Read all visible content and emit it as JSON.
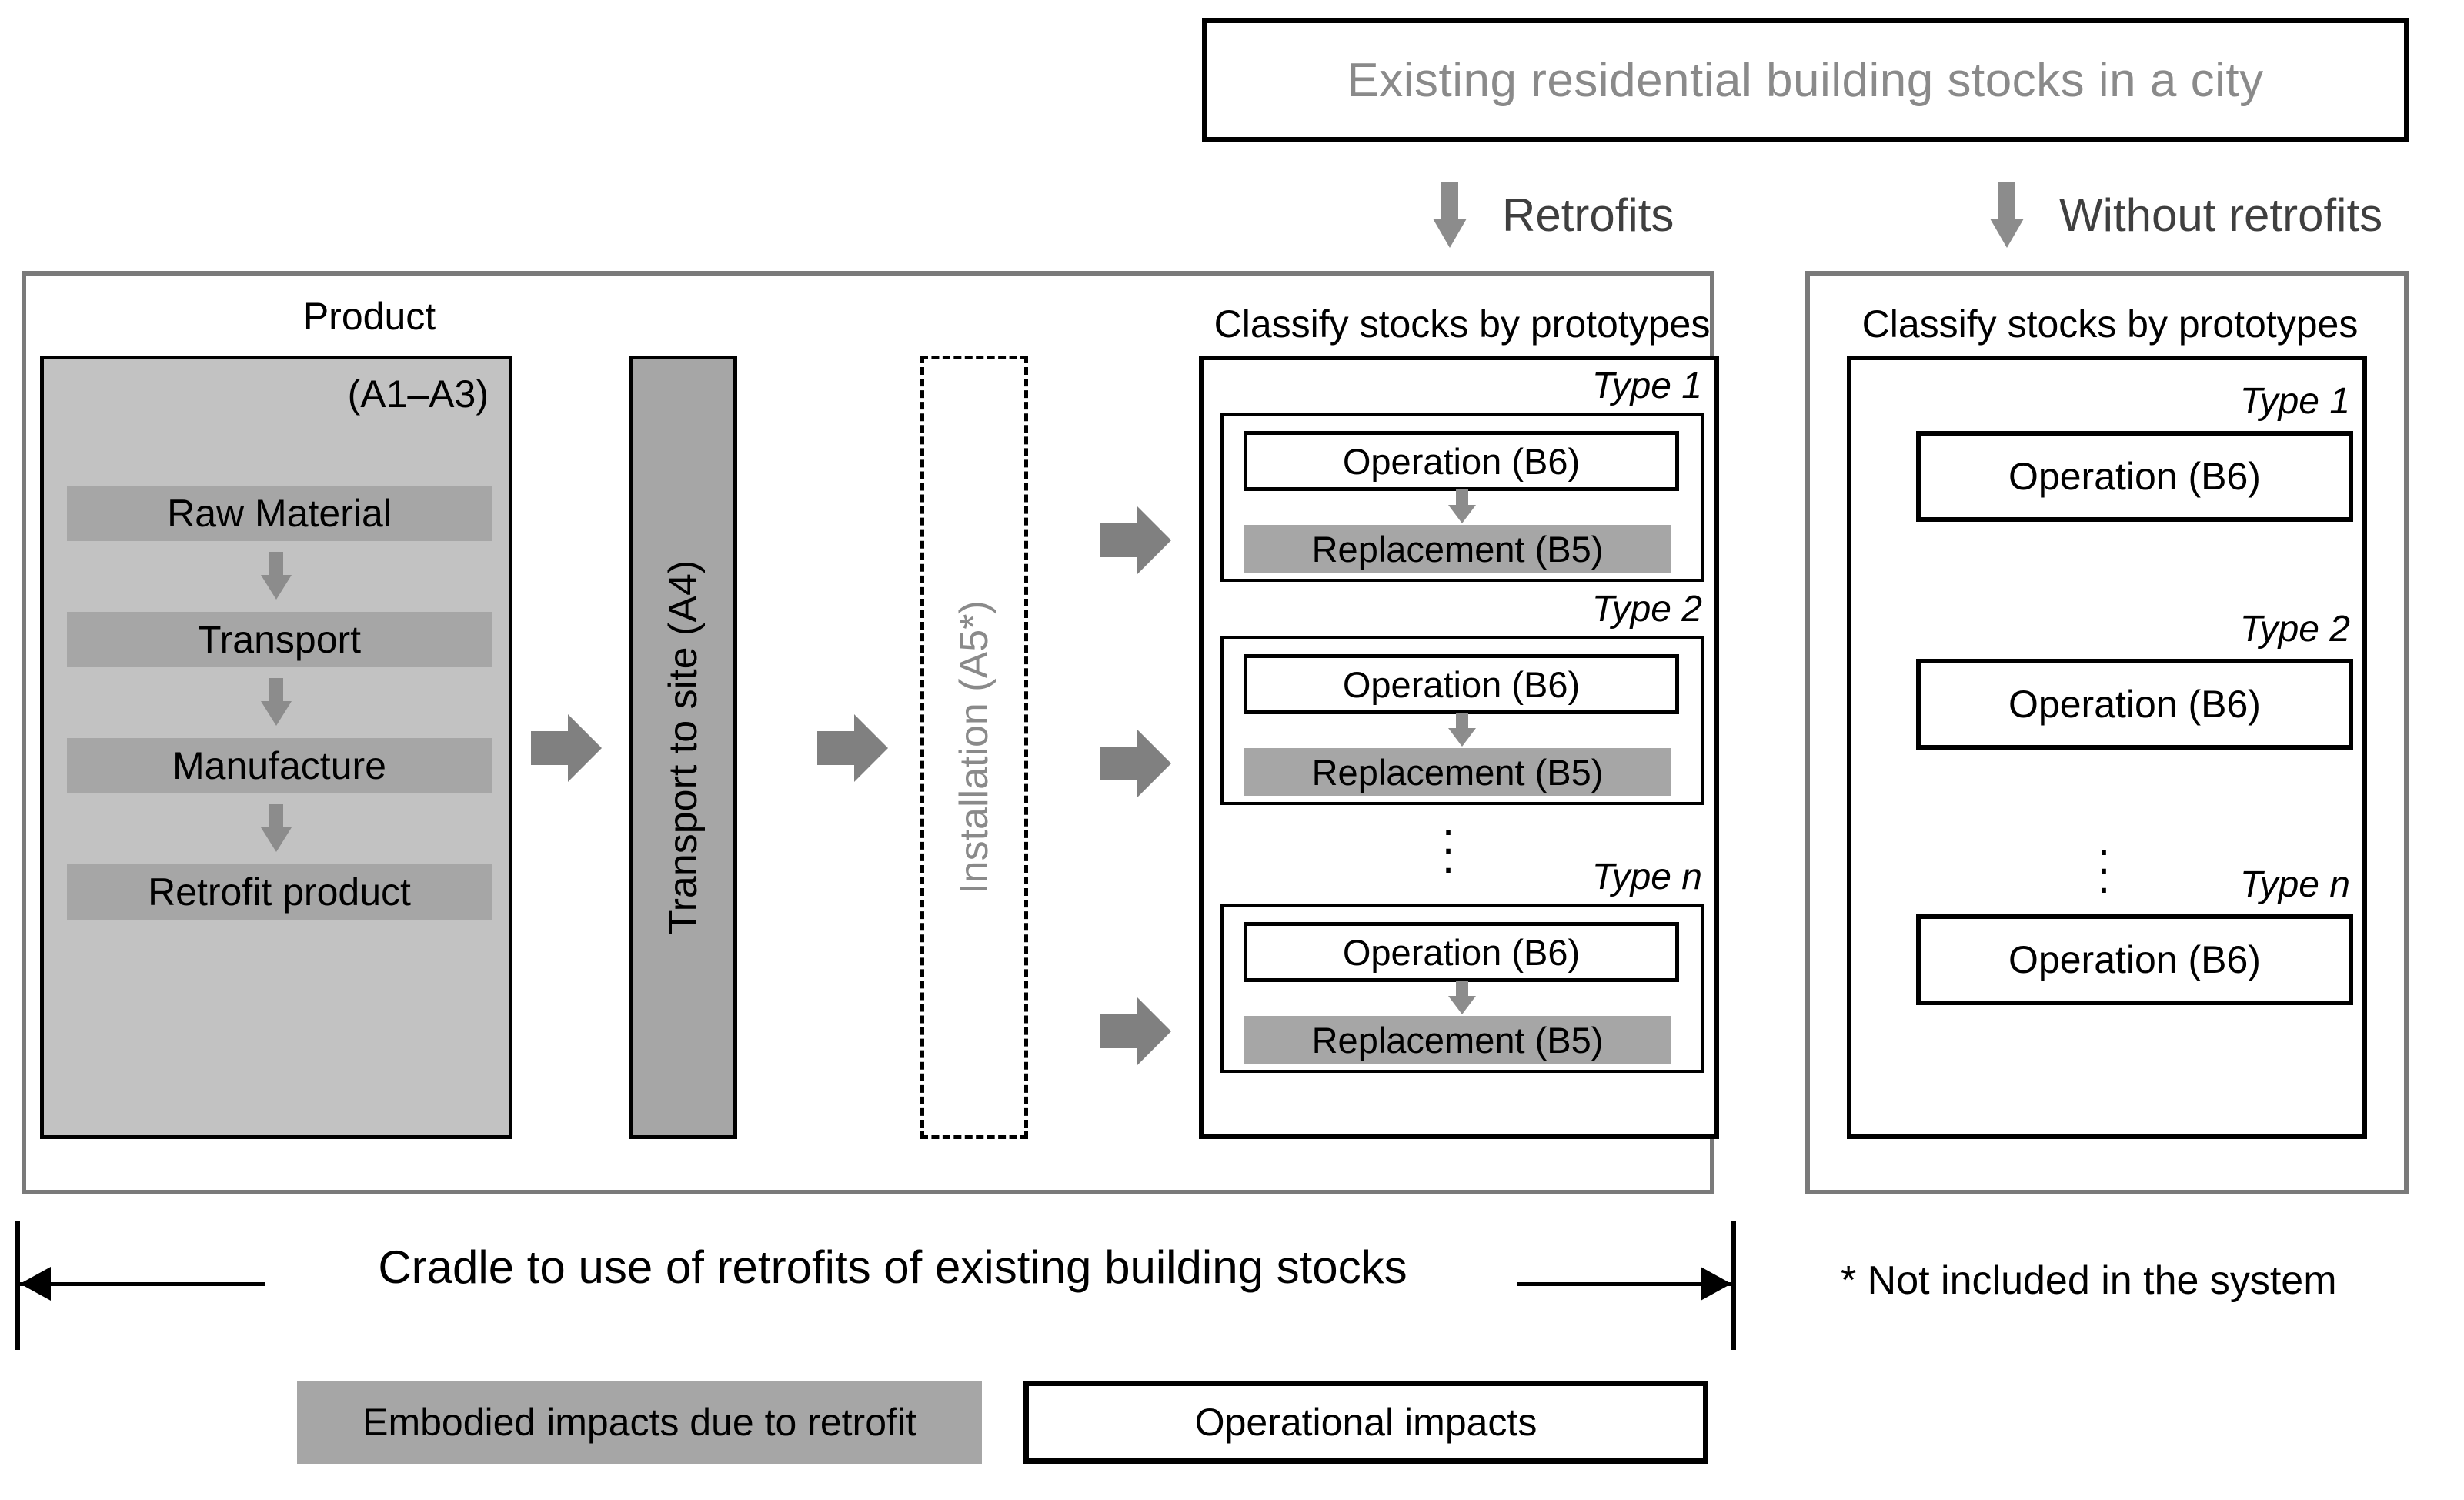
{
  "header": {
    "stocks_label": "Existing residential building stocks in a city"
  },
  "branches": {
    "retrofits_label": "Retrofits",
    "without_retrofits_label": "Without retrofits"
  },
  "left_panel": {
    "product": {
      "title": "Product",
      "code": "(A1–A3)",
      "stages": [
        {
          "label": "Raw Material"
        },
        {
          "label": "Transport"
        },
        {
          "label": "Manufacture"
        },
        {
          "label": "Retrofit product"
        }
      ]
    },
    "transport_to_site": "Transport to site (A4)",
    "installation": "Installation (A5*)",
    "classify_title": "Classify stocks by prototypes",
    "types": [
      {
        "type_label": "Type 1",
        "operation_label": "Operation (B6)",
        "replacement_label": "Replacement (B5)"
      },
      {
        "type_label": "Type 2",
        "operation_label": "Operation (B6)",
        "replacement_label": "Replacement (B5)"
      },
      {
        "type_label": "Type n",
        "operation_label": "Operation (B6)",
        "replacement_label": "Replacement (B5)"
      }
    ]
  },
  "right_panel": {
    "classify_title": "Classify stocks by prototypes",
    "types": [
      {
        "type_label": "Type 1",
        "operation_label": "Operation (B6)"
      },
      {
        "type_label": "Type 2",
        "operation_label": "Operation (B6)"
      },
      {
        "type_label": "Type n",
        "operation_label": "Operation (B6)"
      }
    ]
  },
  "bottom": {
    "span_label": "Cradle to use of retrofits of existing building stocks",
    "footnote": "* Not included in the system"
  },
  "legend": {
    "embodied_label": "Embodied impacts due to retrofit",
    "operational_label": "Operational impacts"
  },
  "colors": {
    "stage_gray": "#a6a6a6",
    "product_gray": "#c2c2c2",
    "arrow_gray": "#808080",
    "panel_border_gray": "#7a7a7a",
    "muted_text_gray": "#8a8a8a",
    "black": "#000000",
    "white": "#ffffff"
  }
}
